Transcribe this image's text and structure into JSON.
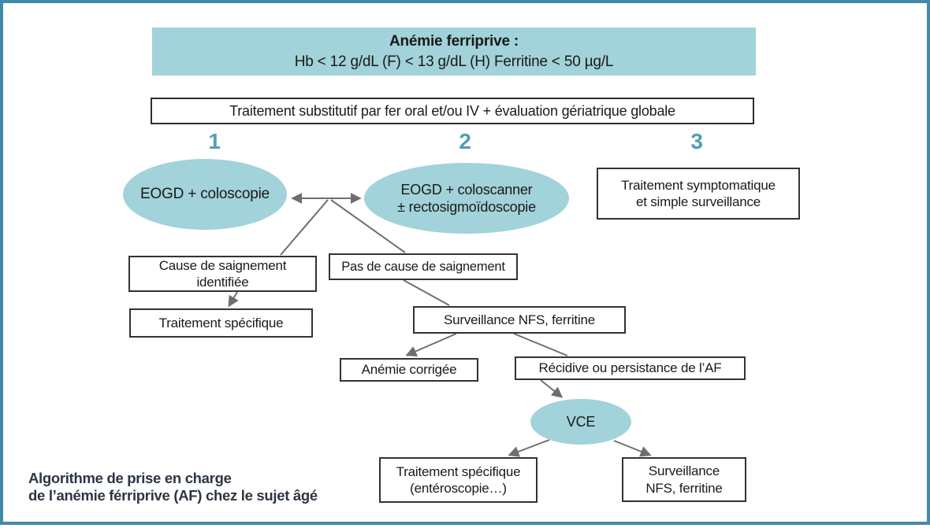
{
  "figure": {
    "header": {
      "title": "Anémie ferriprive :",
      "criteria": "Hb < 12 g/dL (F) < 13 g/dL (H) Ferritine < 50 µg/L"
    },
    "banner": "Traitement substitutif par fer oral et/ou IV + évaluation gériatrique globale",
    "branch_numbers": {
      "b1": "1",
      "b2": "2",
      "b3": "3"
    },
    "nodes": {
      "eogd_coloscopie": {
        "lines": [
          "EOGD + coloscopie"
        ]
      },
      "eogd_coloscanner": {
        "lines": [
          "EOGD + coloscanner",
          "± rectosigmoïdoscopie"
        ]
      },
      "symptomatic": {
        "lines": [
          "Traitement symptomatique",
          "et simple surveillance"
        ]
      },
      "cause_identifiee": {
        "lines": [
          "Cause de saignement",
          "identifiée"
        ]
      },
      "traitement_specifique": {
        "lines": [
          "Traitement spécifique"
        ]
      },
      "pas_de_cause": {
        "lines": [
          "Pas de cause de saignement"
        ]
      },
      "surveillance_nfs": {
        "lines": [
          "Surveillance NFS, ferritine"
        ]
      },
      "anemie_corrigee": {
        "lines": [
          "Anémie corrigée"
        ]
      },
      "recidive": {
        "lines": [
          "Récidive ou persistance de l’AF"
        ]
      },
      "vce": {
        "lines": [
          "VCE"
        ]
      },
      "traitement_enteroscopie": {
        "lines": [
          "Traitement spécifique",
          "(entéroscopie…)"
        ]
      },
      "surveillance_finale": {
        "lines": [
          "Surveillance",
          "NFS, ferritine"
        ]
      }
    },
    "caption": {
      "line1": "Algorithme de prise en charge",
      "line2": "de l’anémie férriprive (AF) chez le sujet âgé"
    },
    "colors": {
      "frame_border": "#4589a8",
      "node_fill": "#a2d2da",
      "branch_number": "#4f9fb2",
      "connector": "#6e6e6e",
      "caption_text": "#2c3540"
    }
  }
}
